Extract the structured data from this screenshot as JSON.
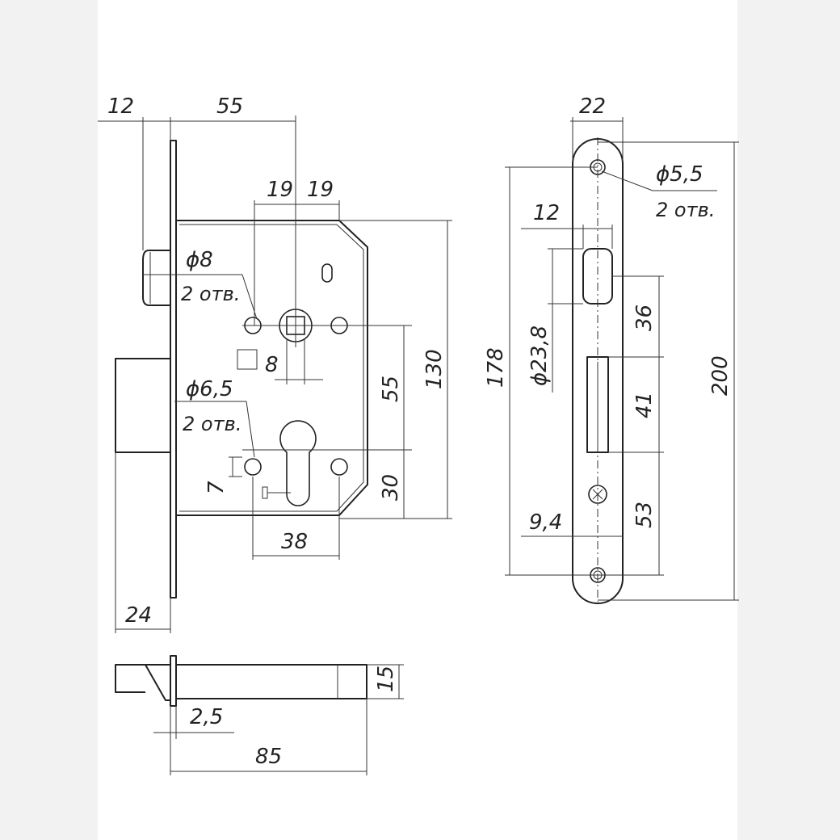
{
  "front_view": {
    "dim_faceplate_overhang": "12",
    "dim_backset": "55",
    "dim_spindle_left": "19",
    "dim_spindle_right": "19",
    "dim_hole_diameter_8": "ϕ8",
    "note_holes_top": "2 отв.",
    "dim_square_8": "8",
    "dim_hole_diameter_6_5": "ϕ6,5",
    "note_holes_bottom": "2 отв.",
    "dim_hole_offset_7": "7",
    "dim_centers_55": "55",
    "dim_body_height_130": "130",
    "dim_cylinder_30": "30",
    "dim_holes_spacing_38": "38",
    "dim_deadbolt_24": "24"
  },
  "faceplate_view": {
    "dim_width_22": "22",
    "dim_screw_hole": "ϕ5,5",
    "note_screw_holes": "2 отв.",
    "dim_latch_width_12": "12",
    "dim_distance_178": "178",
    "dim_latch_offset_23_8": "ϕ23,8",
    "dim_36": "36",
    "dim_total_200": "200",
    "dim_41": "41",
    "dim_53": "53",
    "dim_9_4": "9,4"
  },
  "top_view": {
    "dim_thickness_15": "15",
    "dim_plate_2_5": "2,5",
    "dim_depth_85": "85"
  }
}
